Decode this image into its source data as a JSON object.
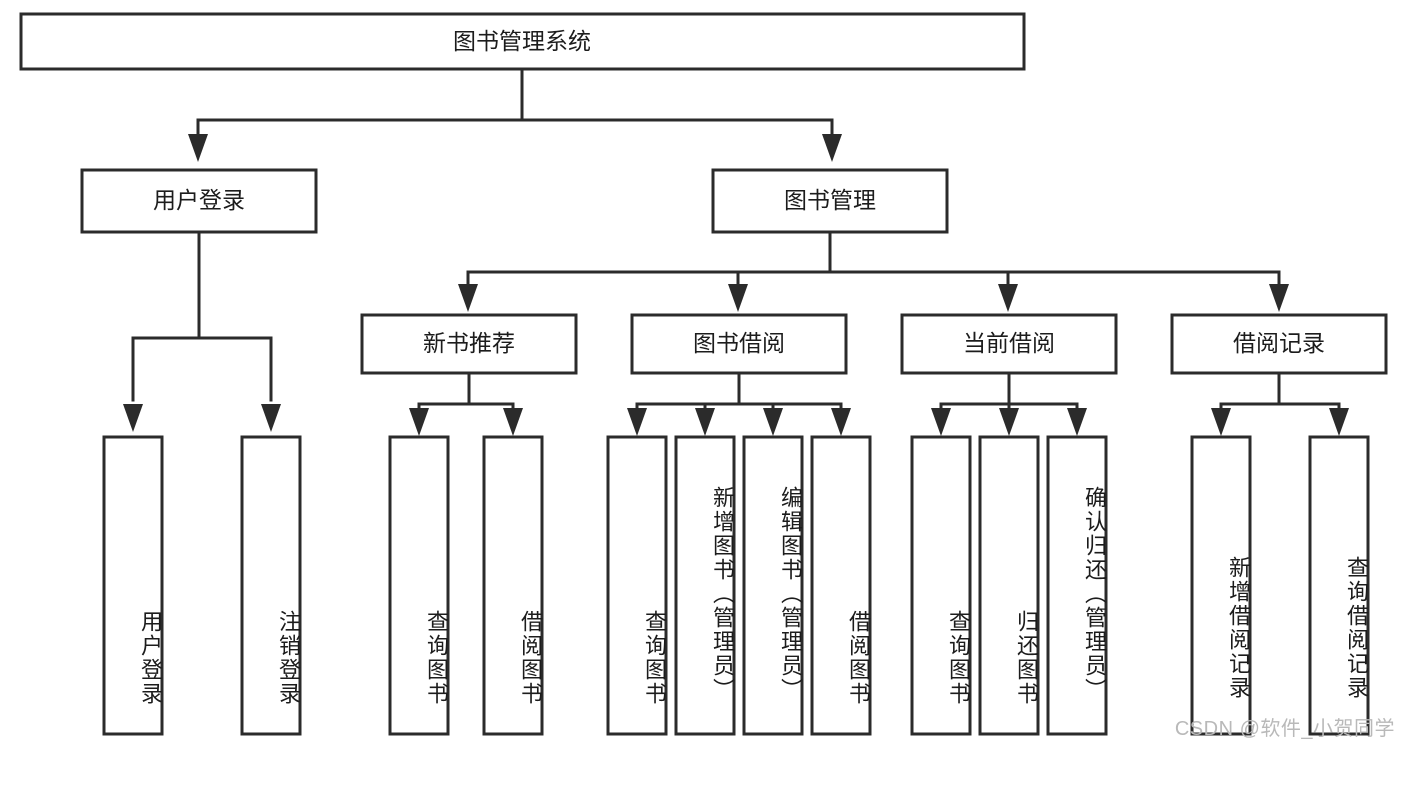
{
  "diagram": {
    "type": "tree-hierarchy",
    "title": "图书管理系统",
    "watermark": "CSDN @软件_小贺同学",
    "colors": {
      "box_stroke": "#2b2b2b",
      "box_fill": "#ffffff",
      "text": "#1c1c1c",
      "background": "#ffffff",
      "watermark_text": "#b9b9b9"
    },
    "levels": {
      "root": {
        "label": "图书管理系统"
      },
      "level2": [
        {
          "id": "user-login",
          "label": "用户登录"
        },
        {
          "id": "book-management",
          "label": "图书管理"
        }
      ],
      "level3": [
        {
          "id": "new-book-recommend",
          "label": "新书推荐",
          "parent": "book-management"
        },
        {
          "id": "book-borrow",
          "label": "图书借阅",
          "parent": "book-management"
        },
        {
          "id": "current-borrow",
          "label": "当前借阅",
          "parent": "book-management"
        },
        {
          "id": "borrow-record",
          "label": "借阅记录",
          "parent": "book-management"
        }
      ],
      "leaves": [
        {
          "id": "leaf-user-login",
          "label": "用户登录",
          "parent": "user-login"
        },
        {
          "id": "leaf-logout",
          "label": "注销登录",
          "parent": "user-login"
        },
        {
          "id": "leaf-query-book-1",
          "label": "查询图书",
          "parent": "new-book-recommend"
        },
        {
          "id": "leaf-borrow-book-1",
          "label": "借阅图书",
          "parent": "new-book-recommend"
        },
        {
          "id": "leaf-query-book-2",
          "label": "查询图书",
          "parent": "book-borrow"
        },
        {
          "id": "leaf-add-book",
          "label": "新增图书（管理员）",
          "parent": "book-borrow"
        },
        {
          "id": "leaf-edit-book",
          "label": "编辑图书（管理员）",
          "parent": "book-borrow"
        },
        {
          "id": "leaf-borrow-book-2",
          "label": "借阅图书",
          "parent": "book-borrow"
        },
        {
          "id": "leaf-query-book-3",
          "label": "查询图书",
          "parent": "current-borrow"
        },
        {
          "id": "leaf-return-book",
          "label": "归还图书",
          "parent": "current-borrow"
        },
        {
          "id": "leaf-confirm-return",
          "label": "确认归还（管理员）",
          "parent": "current-borrow"
        },
        {
          "id": "leaf-add-record",
          "label": "新增借阅记录",
          "parent": "borrow-record"
        },
        {
          "id": "leaf-query-record",
          "label": "查询借阅记录",
          "parent": "borrow-record"
        }
      ]
    }
  }
}
